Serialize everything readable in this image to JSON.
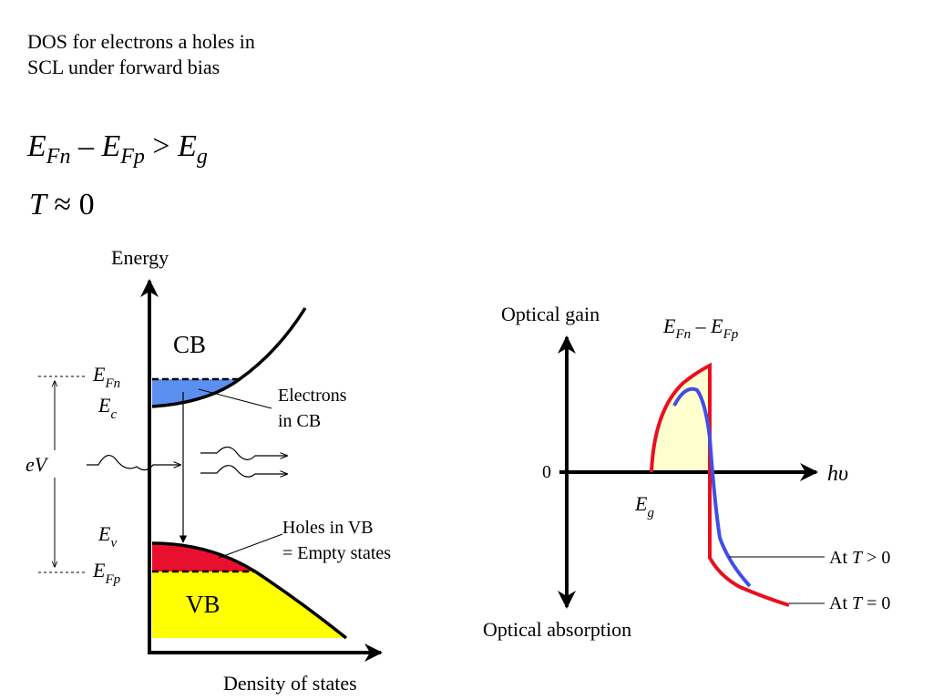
{
  "title": {
    "line1": "DOS for electrons a holes in",
    "line2": "SCL under forward bias"
  },
  "equations": {
    "eq1": {
      "a": "E",
      "a_sub": "Fn",
      "op": " – ",
      "b": "E",
      "b_sub": "Fp",
      "rel": " > ",
      "c": "E",
      "c_sub": "g"
    },
    "eq2": {
      "var": "T",
      "rel": " ≈ ",
      "val": "0"
    }
  },
  "left_diagram": {
    "y_axis_label": "Energy",
    "x_axis_label": "Density of states",
    "cb_label": "CB",
    "vb_label": "VB",
    "efn": {
      "base": "E",
      "sub": "Fn"
    },
    "ec": {
      "base": "E",
      "sub": "c"
    },
    "ev": {
      "base": "E",
      "sub": "v"
    },
    "efp": {
      "base": "E",
      "sub": "Fp"
    },
    "ev_bias": "eV",
    "electrons_line1": "Electrons",
    "electrons_line2": "in CB",
    "holes_line1": "Holes in VB",
    "holes_line2": "= Empty states"
  },
  "right_diagram": {
    "y_top_label": "Optical gain",
    "y_bottom_label": "Optical absorption",
    "x_label": "hυ",
    "zero_label": "0",
    "eg": {
      "base": "E",
      "sub": "g"
    },
    "efn_efp": {
      "a": "E",
      "a_sub": "Fn",
      "op": " – ",
      "b": "E",
      "b_sub": "Fp"
    },
    "curve_t_pos_label": {
      "pre": "At ",
      "var": "T",
      "post": " > 0"
    },
    "curve_t_zero_label": {
      "pre": "At ",
      "var": "T",
      "post": " = 0"
    }
  },
  "colors": {
    "electrons_fill": "#5b8ff0",
    "holes_fill": "#e8102e",
    "vb_fill": "#ffff00",
    "gain_fill": "#ffffd0",
    "t_zero_curve": "#e8101e",
    "t_pos_curve": "#3f4fe6"
  }
}
